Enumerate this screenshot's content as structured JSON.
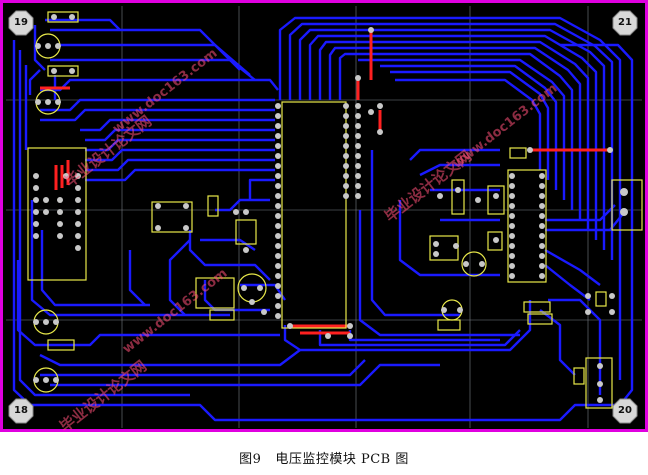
{
  "corner_labels": {
    "top_left": "19",
    "top_right": "21",
    "bottom_left": "18",
    "bottom_right": "20"
  },
  "caption": {
    "figure": "图9",
    "title": "电压监控模块 PCB 图"
  },
  "watermarks": [
    "毕业设计论文网",
    "www.doc163.com"
  ],
  "colors": {
    "background": "#000000",
    "board_border": "#e000e0",
    "trace": "#1a1aff",
    "top_trace": "#ff2020",
    "pad": "#c8c8c8",
    "silkscreen": "#e8e84a",
    "grid": "#9aa0a8"
  }
}
